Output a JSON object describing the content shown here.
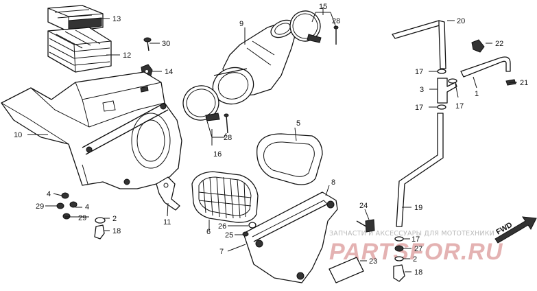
{
  "callouts": [
    {
      "id": "13",
      "text": "13"
    },
    {
      "id": "12",
      "text": "12"
    },
    {
      "id": "30",
      "text": "30"
    },
    {
      "id": "14",
      "text": "14"
    },
    {
      "id": "10",
      "text": "10"
    },
    {
      "id": "9",
      "text": "9"
    },
    {
      "id": "15",
      "text": "15"
    },
    {
      "id": "28a",
      "text": "28"
    },
    {
      "id": "28b",
      "text": "28"
    },
    {
      "id": "16",
      "text": "16"
    },
    {
      "id": "5",
      "text": "5"
    },
    {
      "id": "4a",
      "text": "4"
    },
    {
      "id": "29a",
      "text": "29"
    },
    {
      "id": "4b",
      "text": "4"
    },
    {
      "id": "29b",
      "text": "29"
    },
    {
      "id": "2a",
      "text": "2"
    },
    {
      "id": "18a",
      "text": "18"
    },
    {
      "id": "11",
      "text": "11"
    },
    {
      "id": "6",
      "text": "6"
    },
    {
      "id": "8",
      "text": "8"
    },
    {
      "id": "26",
      "text": "26"
    },
    {
      "id": "25",
      "text": "25"
    },
    {
      "id": "7",
      "text": "7"
    },
    {
      "id": "24",
      "text": "24"
    },
    {
      "id": "20",
      "text": "20"
    },
    {
      "id": "22",
      "text": "22"
    },
    {
      "id": "17a",
      "text": "17"
    },
    {
      "id": "3",
      "text": "3"
    },
    {
      "id": "1",
      "text": "1"
    },
    {
      "id": "21",
      "text": "21"
    },
    {
      "id": "17b",
      "text": "17"
    },
    {
      "id": "17c",
      "text": "17"
    },
    {
      "id": "19",
      "text": "19"
    },
    {
      "id": "17d",
      "text": "17"
    },
    {
      "id": "27",
      "text": "27"
    },
    {
      "id": "2b",
      "text": "2"
    },
    {
      "id": "18b",
      "text": "18"
    },
    {
      "id": "23",
      "text": "23"
    }
  ],
  "fwd_label": "FWD",
  "watermark_text": "ЗАПЧАСТИ И АКСЕССУАРЫ ДЛЯ МОТОТЕХНИКИ",
  "watermark_logo": "PARTSFOR.RU",
  "colors": {
    "ink": "#111111",
    "watermark": "#b9b9b9",
    "logo": "#e4b2b2"
  }
}
